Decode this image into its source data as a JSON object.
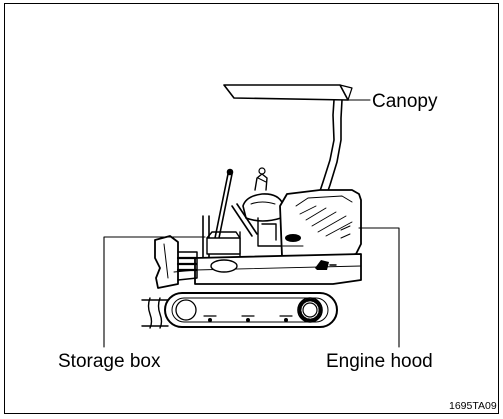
{
  "diagram": {
    "labels": {
      "canopy": "Canopy",
      "storage_box": "Storage box",
      "engine_hood": "Engine hood"
    },
    "figure_code": "1695TA09"
  }
}
